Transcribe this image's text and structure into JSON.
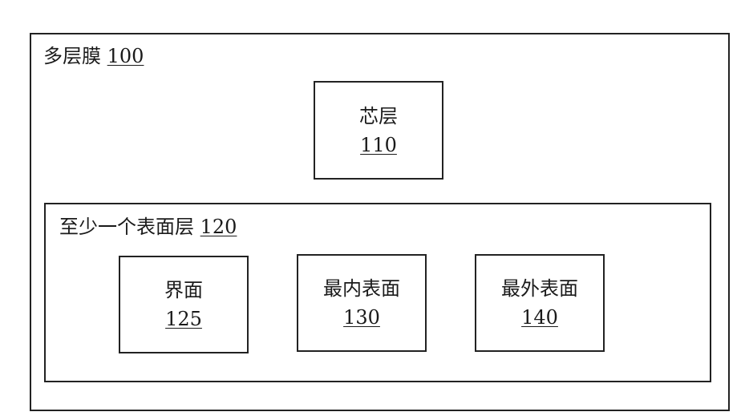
{
  "outer": {
    "title": "多层膜",
    "ref": "100"
  },
  "core": {
    "name": "芯层",
    "ref": "110"
  },
  "surface_group": {
    "title": "至少一个表面层",
    "ref": "120",
    "items": [
      {
        "name": "界面",
        "ref": "125"
      },
      {
        "name": "最内表面",
        "ref": "130"
      },
      {
        "name": "最外表面",
        "ref": "140"
      }
    ]
  }
}
